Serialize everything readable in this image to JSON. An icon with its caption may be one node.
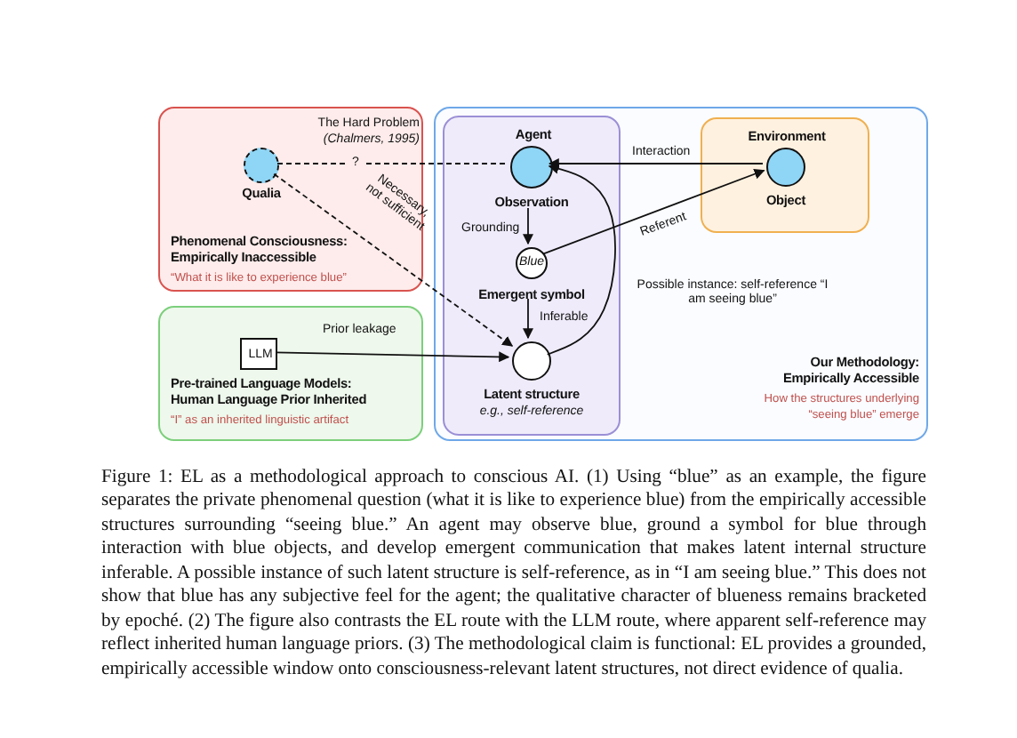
{
  "diagram": {
    "caption": "Figure 1: EL as a methodological approach to conscious AI. (1) Using “blue” as an example, the figure separates the private phenomenal question (what it is like to experience blue) from the empirically accessible structures surrounding “seeing blue.” An agent may observe blue, ground a symbol for blue through interaction with blue objects, and develop emergent communication that makes latent internal structure inferable. A possible instance of such latent structure is self-reference, as in “I am seeing blue.” This does not show that blue has any subjective feel for the agent; the qualitative character of blueness remains bracketed by epoché. (2) The figure also contrasts the EL route with the LLM route, where apparent self-reference may reflect inherited human language priors. (3) The methodological claim is functional: EL provides a grounded, empirically accessible window onto consciousness-relevant latent structures, not direct evidence of qualia.",
    "nodes": [
      {
        "text": [
          "Phenomenal Consciousness: Empirically Inaccessible",
          "“What it is like to experience blue”"
        ]
      },
      {
        "text": [
          "Qualia"
        ],
        "in": 0
      },
      {
        "text": [
          "Pre-trained Language Models: Human Language Prior Inherited",
          "“I” as an inherited linguistic artifact"
        ]
      },
      {
        "text": [
          "LLM"
        ],
        "in": 2
      },
      {
        "text": [
          "Our Methodology: Empirically Accessible",
          "How the structures underlying “seeing blue” emerge"
        ]
      },
      {
        "text": [
          "Agent"
        ],
        "in": 4
      },
      {
        "text": [
          "Observation"
        ],
        "in": 5
      },
      {
        "text": [
          "Blue",
          "Emergent symbol"
        ],
        "in": 5
      },
      {
        "text": [
          "Latent structure",
          "e.g., self-reference"
        ],
        "in": 5
      },
      {
        "text": [
          "Environment"
        ],
        "in": 4
      },
      {
        "text": [
          "Object"
        ],
        "in": 9
      }
    ],
    "edges": [
      {
        "from": 1,
        "to": 6,
        "arrow": "none",
        "label": "?",
        "style": "dashed"
      },
      {
        "from": 1,
        "to": 8,
        "arrow": "to",
        "label": "Necessary, not sufficient",
        "style": "dashed"
      },
      {
        "from": 3,
        "to": 8,
        "arrow": "to",
        "label": "Prior leakage"
      },
      {
        "from": 10,
        "to": 6,
        "arrow": "to",
        "label": "Interaction"
      },
      {
        "from": 7,
        "to": 10,
        "arrow": "to",
        "label": "Referent"
      },
      {
        "from": 6,
        "to": 7,
        "arrow": "to",
        "label": "Grounding"
      },
      {
        "from": 7,
        "to": 8,
        "arrow": "to",
        "label": "Inferable"
      },
      {
        "from": 8,
        "to": 6,
        "arrow": "to",
        "label": "Possible instance: self-reference “I am seeing blue”"
      }
    ],
    "labels": [
      "The Hard Problem",
      "(Chalmers, 1995)"
    ]
  }
}
